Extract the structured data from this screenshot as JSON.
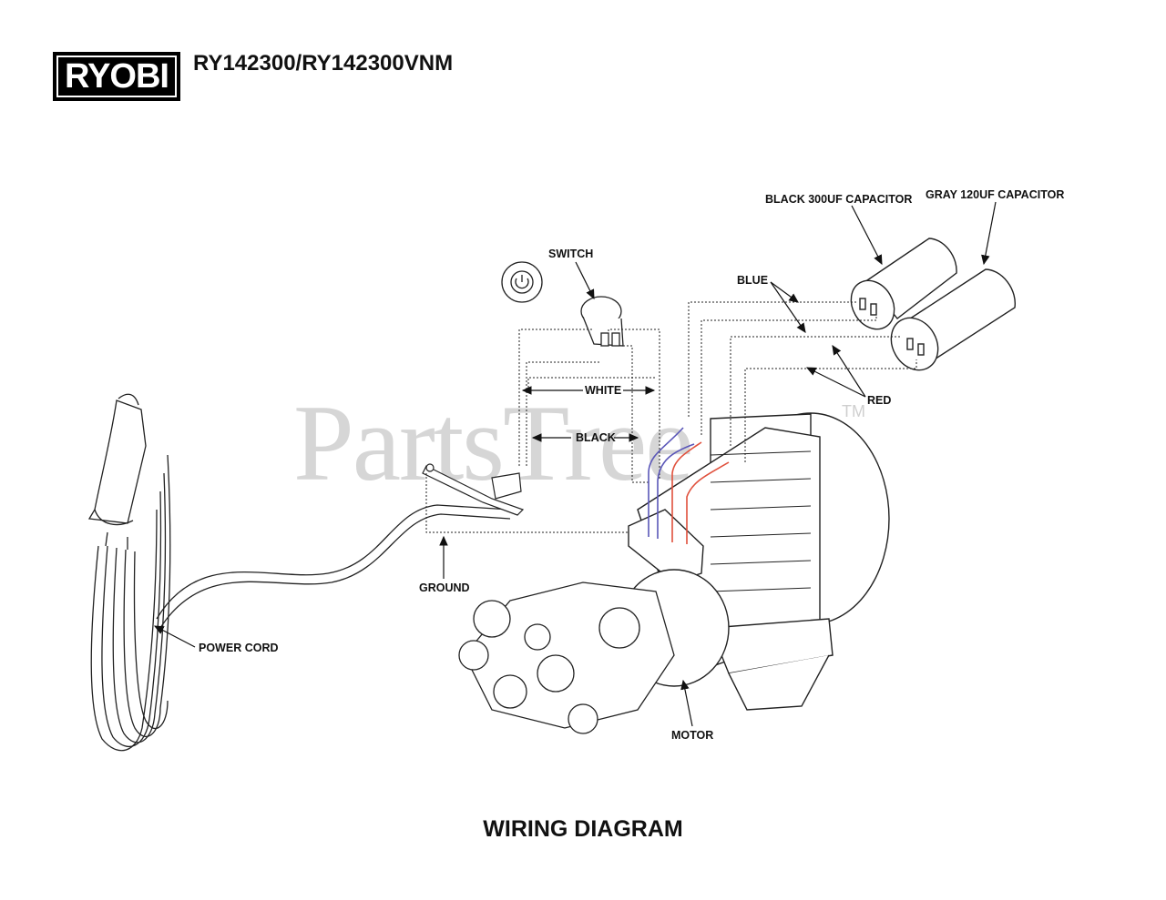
{
  "header": {
    "brand": "RYOBI",
    "model": "RY142300/RY142300VNM"
  },
  "watermark": {
    "text": "PartsTree",
    "tm": "TM"
  },
  "labels": {
    "switch": "SWITCH",
    "blue": "BLUE",
    "black_cap": "BLACK 300UF CAPACITOR",
    "gray_cap": "GRAY 120UF CAPACITOR",
    "white": "WHITE",
    "black": "BLACK",
    "red": "RED",
    "ground": "GROUND",
    "power_cord": "POWER CORD",
    "motor": "MOTOR"
  },
  "caption": "WIRING DIAGRAM",
  "colors": {
    "blue_wire": "#5a56b8",
    "red_wire": "#e0503c",
    "line": "#222222",
    "watermark": "#cfcfcf"
  }
}
